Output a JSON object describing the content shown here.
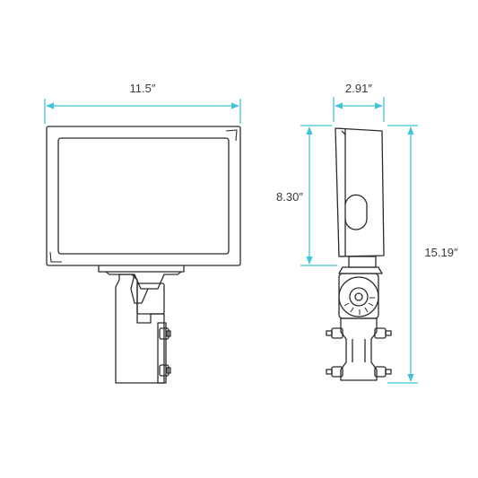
{
  "dimensions": {
    "front_width": "11.5″",
    "side_depth": "2.91″",
    "fixture_height": "8.30″",
    "overall_height": "15.19″"
  },
  "colors": {
    "dimension_line": "#3ec3d8",
    "outline": "#2b2b2b",
    "text": "#3a3a3a",
    "background": "#ffffff"
  }
}
